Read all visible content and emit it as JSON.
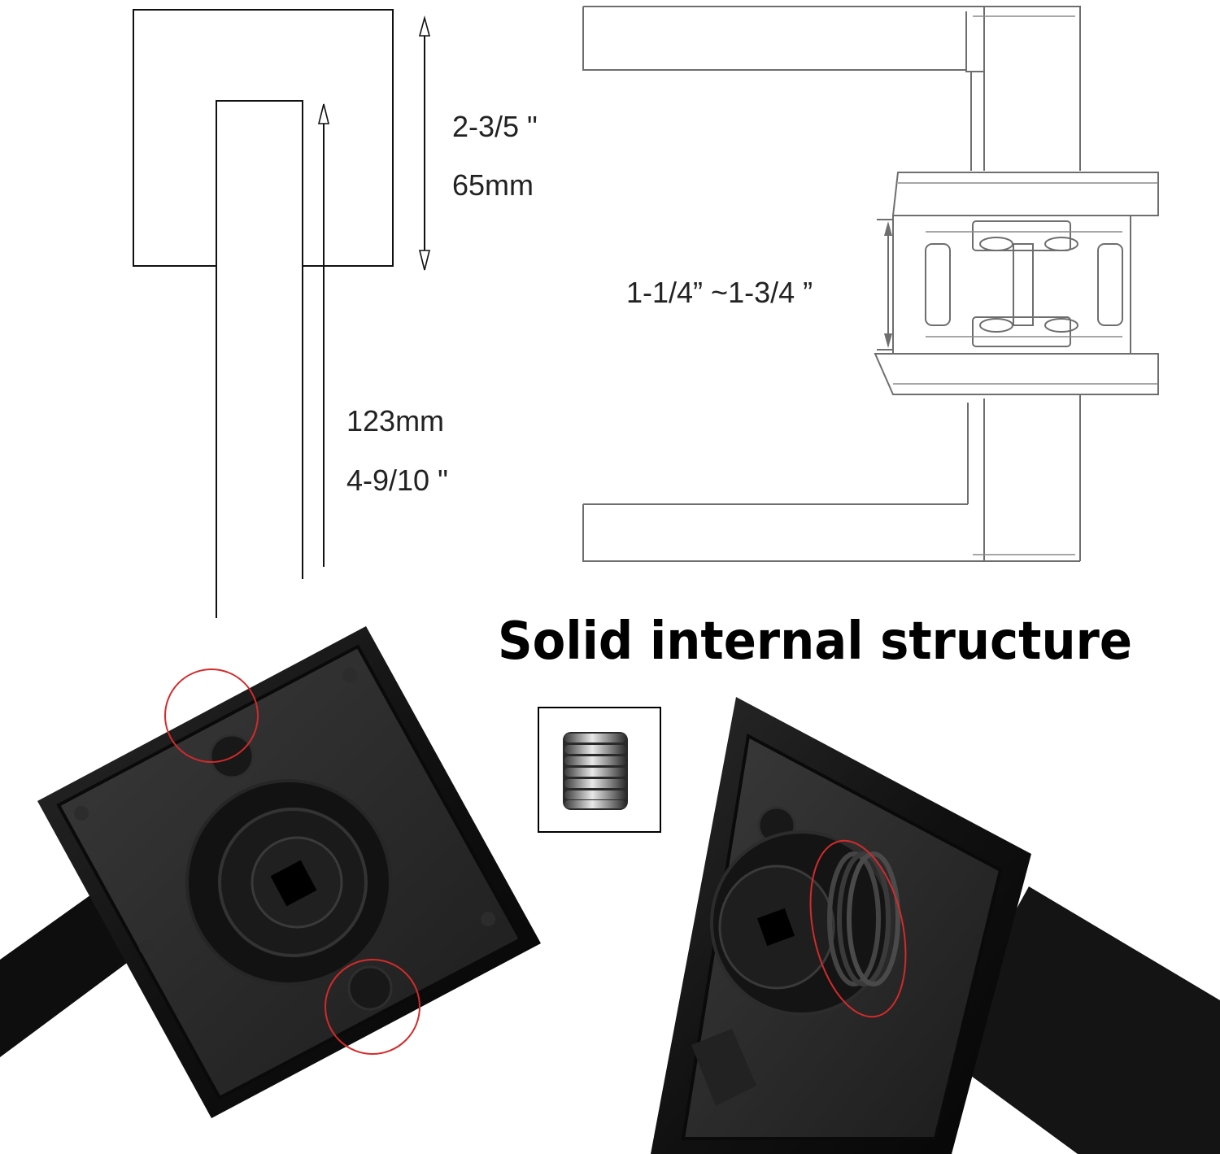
{
  "lever_diagram": {
    "rose_height_imperial": "2-3/5 \"",
    "rose_height_metric": "65mm",
    "lever_length_metric": "123mm",
    "lever_length_imperial": "4-9/10 \""
  },
  "door_thickness_diagram": {
    "door_thickness_range": "1-1/4” ~1-3/4 ”"
  },
  "headline": "Solid internal structure",
  "colors": {
    "annotation_circle": "#d42a2a",
    "hardware_black": "#141414",
    "drawing_line": "#111111",
    "drawing_grey": "#6e6e6e"
  }
}
